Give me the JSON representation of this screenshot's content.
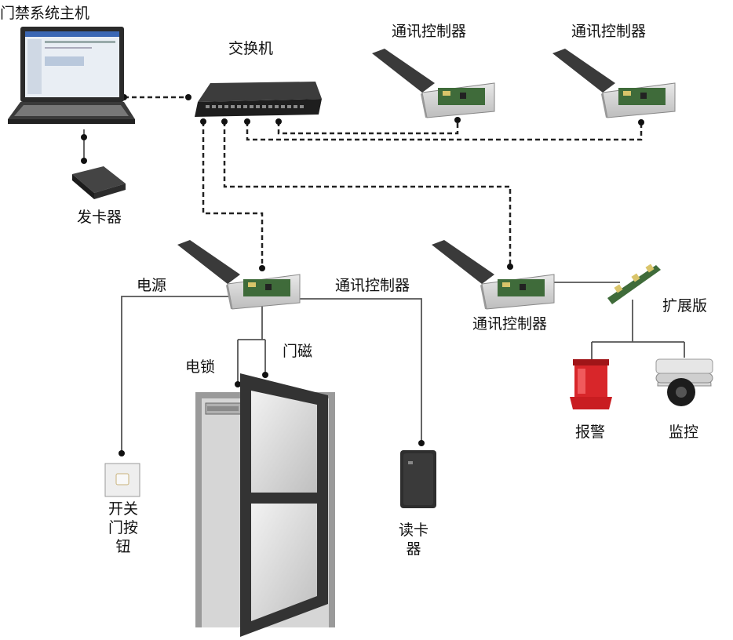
{
  "labels": {
    "host": "门禁系统主机",
    "switch": "交换机",
    "ctrl_top1": "通讯控制器",
    "ctrl_top2": "通讯控制器",
    "card_issuer": "发卡器",
    "power": "电源",
    "ctrl_center": "通讯控制器",
    "ctrl_right": "通讯控制器",
    "expansion": "扩展版",
    "electric_lock": "电锁",
    "door_magnet": "门磁",
    "alarm": "报警",
    "monitor": "监控",
    "exit_button": [
      "开关",
      "门按",
      "钮"
    ],
    "card_reader": [
      "读卡",
      "器"
    ]
  },
  "colors": {
    "line": "#4a4a4a",
    "dashed": "#222222",
    "device_dark": "#2b2b2b",
    "controller_box": "#d8d8d8",
    "board_green": "#3f6b3a",
    "alarm_red": "#d8262a",
    "door_frame": "#3a3a3a"
  }
}
